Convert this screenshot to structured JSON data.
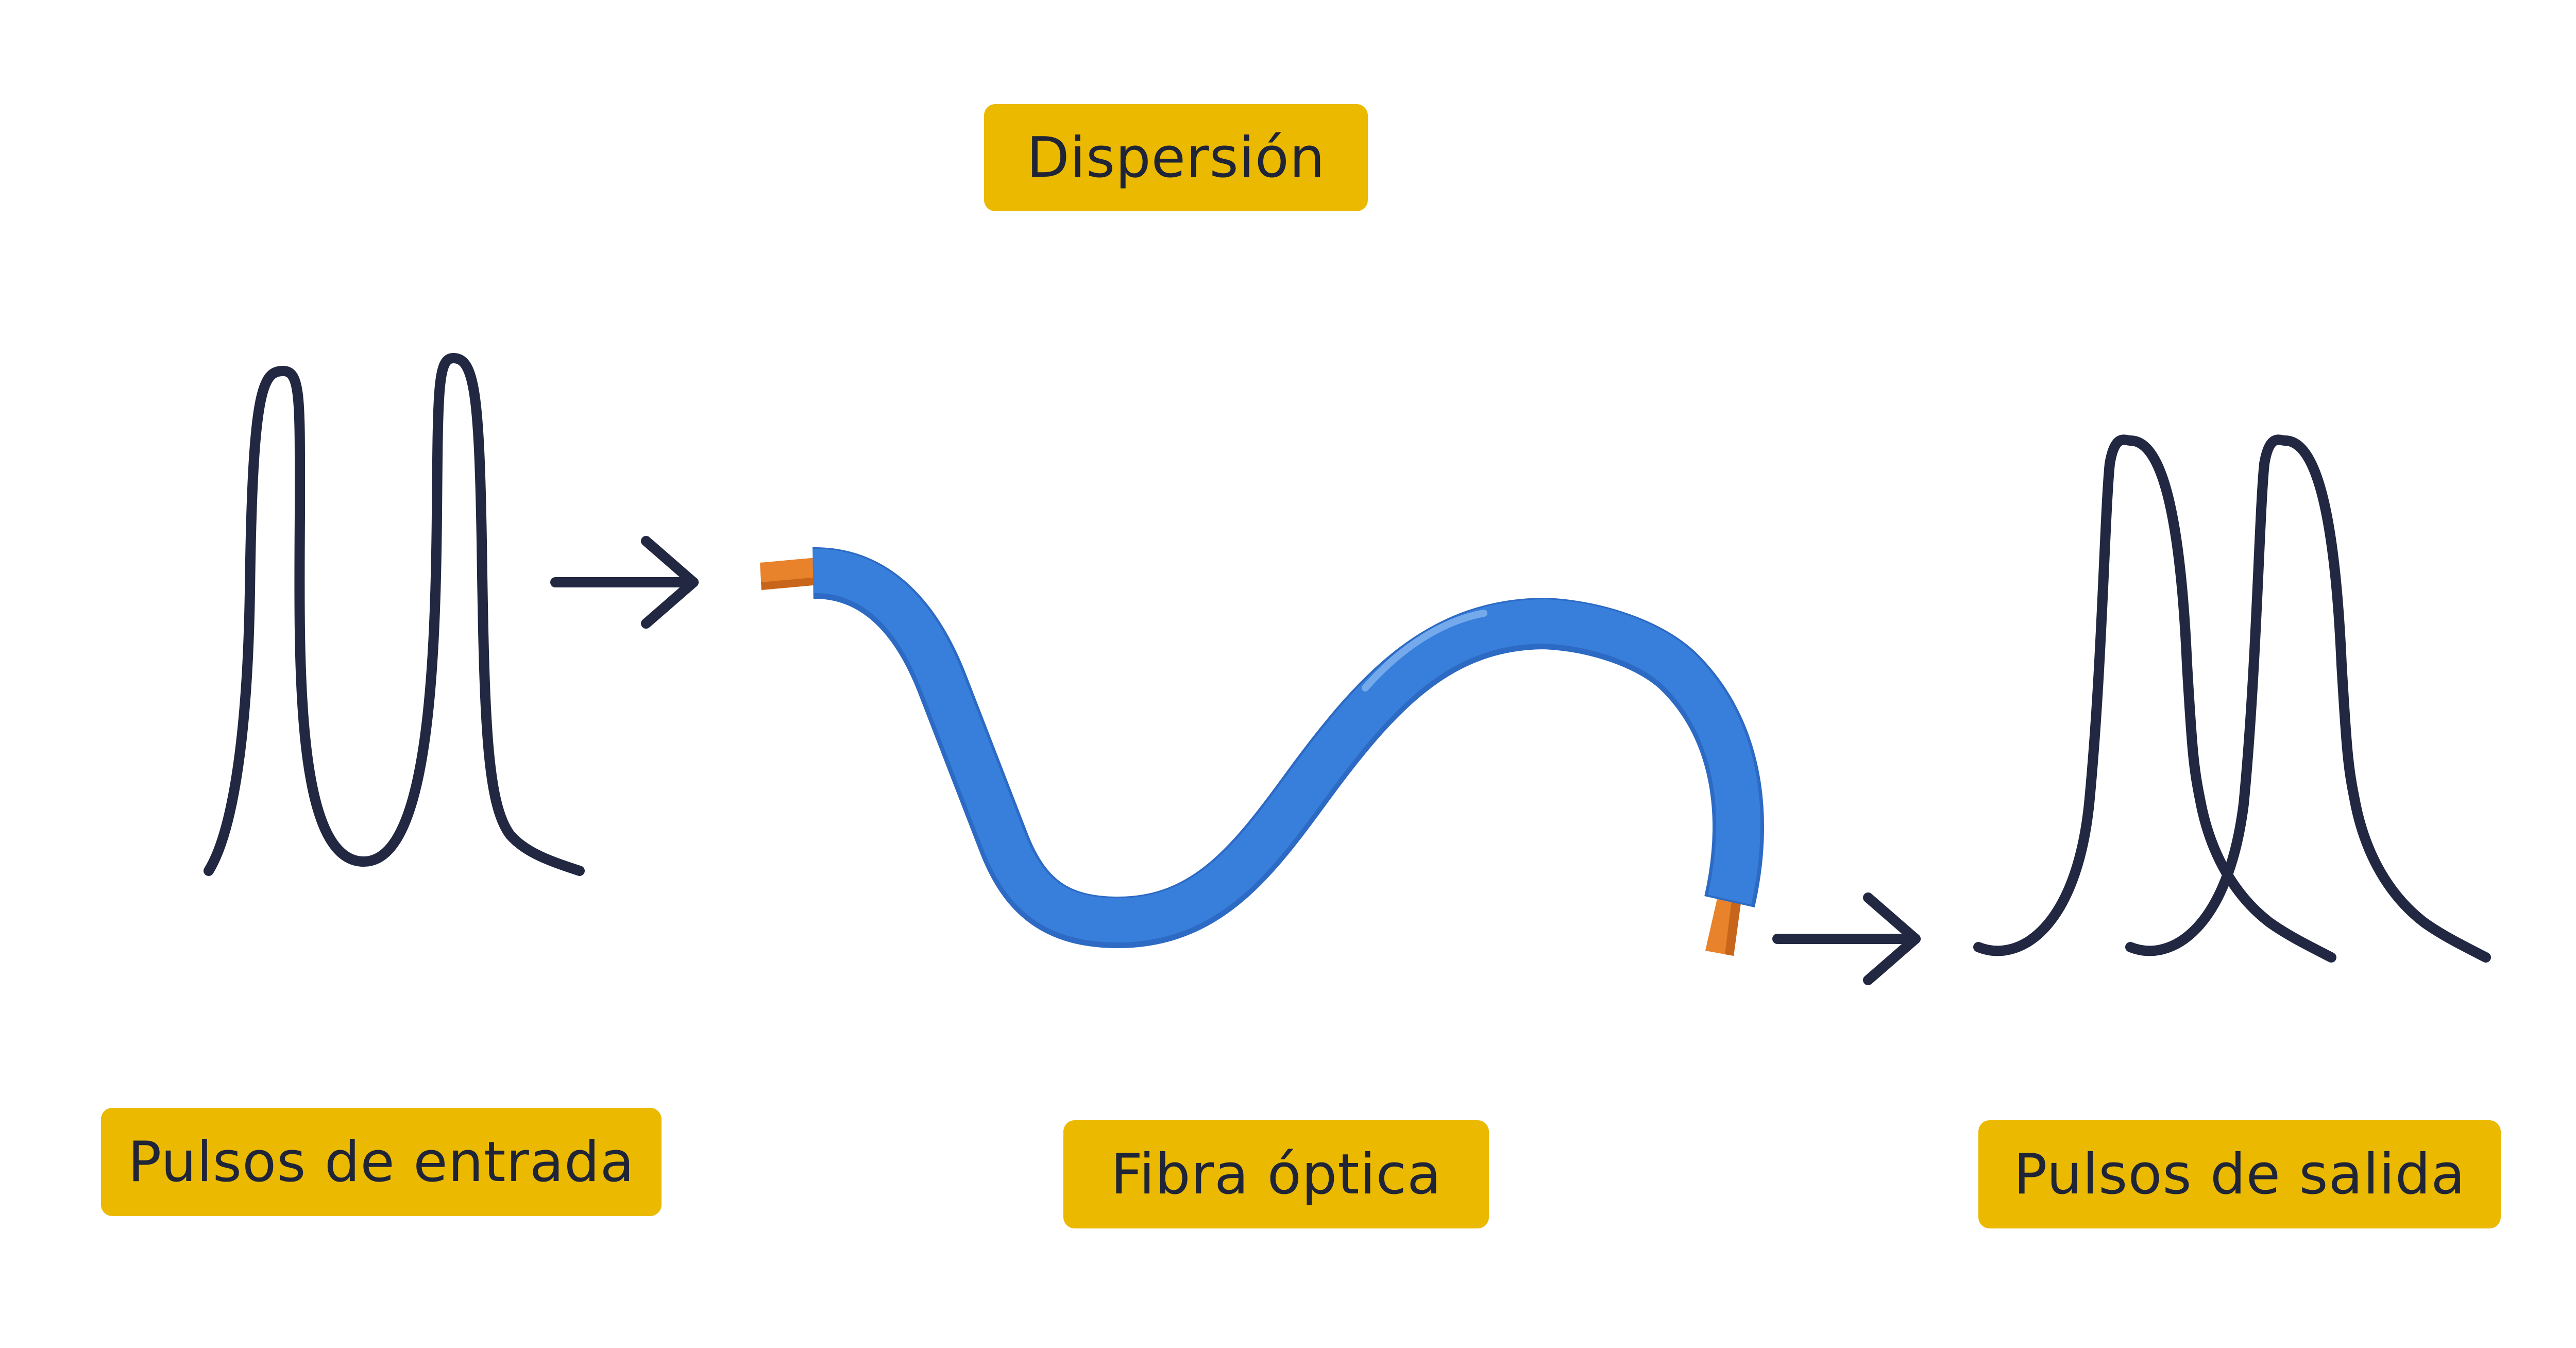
{
  "labels": {
    "dispersion": "Dispersión",
    "input_pulses": "Pulsos de entrada",
    "fiber": "Fibra óptica",
    "output_pulses": "Pulsos de salida"
  },
  "colors": {
    "label_bg": "#eab900",
    "label_text": "#1f2437",
    "stroke": "#222842",
    "fiber": "#387edb",
    "fiber_shadow": "#2c6ac4",
    "fiber_highlight": "#7fb2ee",
    "core": "#e8822b",
    "core_dark": "#c7651a"
  }
}
